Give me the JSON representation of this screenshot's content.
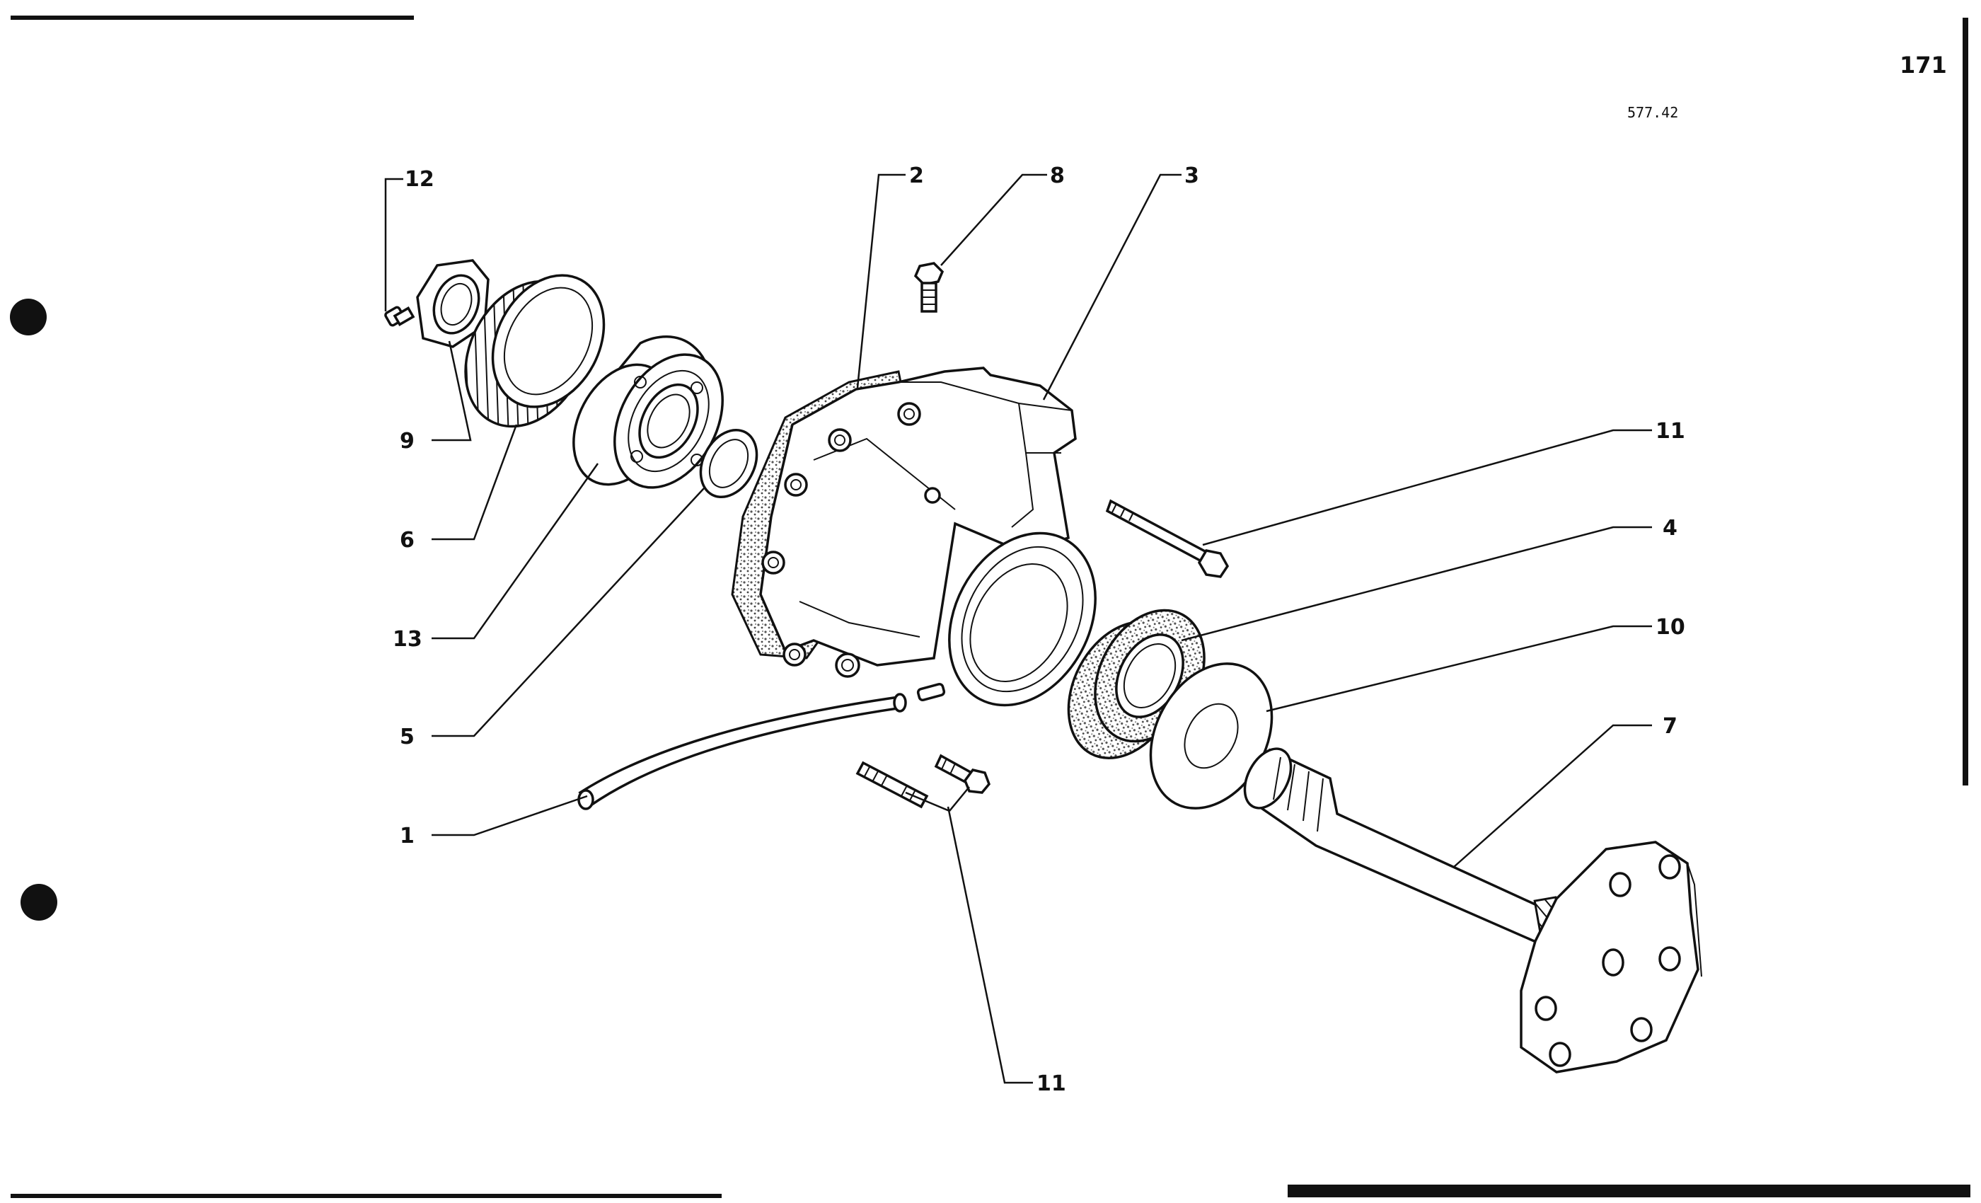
{
  "page": {
    "number": "171",
    "reference_code": "577.42"
  },
  "callouts": [
    {
      "id": "c12",
      "label": "12"
    },
    {
      "id": "c2",
      "label": "2"
    },
    {
      "id": "c8",
      "label": "8"
    },
    {
      "id": "c3",
      "label": "3"
    },
    {
      "id": "c9",
      "label": "9"
    },
    {
      "id": "c6",
      "label": "6"
    },
    {
      "id": "c13",
      "label": "13"
    },
    {
      "id": "c5",
      "label": "5"
    },
    {
      "id": "c1",
      "label": "1"
    },
    {
      "id": "c11a",
      "label": "11"
    },
    {
      "id": "c4",
      "label": "4"
    },
    {
      "id": "c10",
      "label": "10"
    },
    {
      "id": "c7",
      "label": "7"
    },
    {
      "id": "c11b",
      "label": "11"
    }
  ],
  "colors": {
    "ink": "#111111",
    "paper": "#ffffff",
    "speckle": "#888888"
  }
}
